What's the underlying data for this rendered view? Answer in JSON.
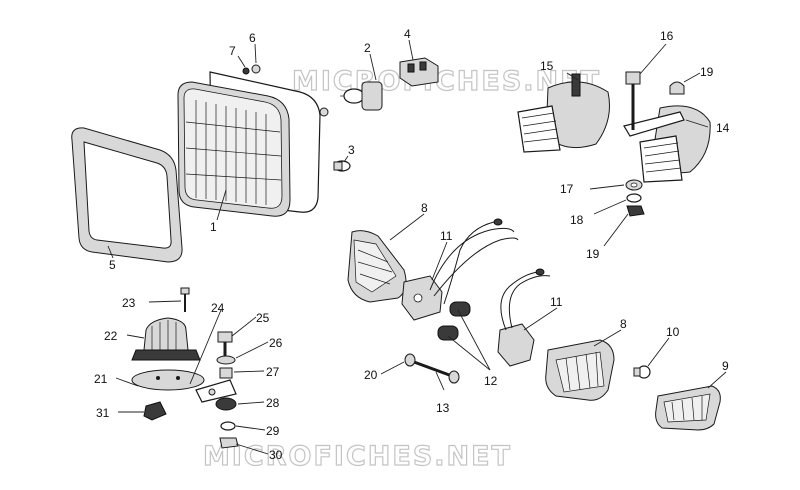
{
  "watermark": {
    "top": "MICROFICHES.NET",
    "bottom": "MICROFICHES.NET"
  },
  "labels": {
    "p1": "1",
    "p2": "2",
    "p3": "3",
    "p4": "4",
    "p5": "5",
    "p6": "6",
    "p7": "7",
    "p8a": "8",
    "p8b": "8",
    "p9": "9",
    "p10": "10",
    "p11a": "11",
    "p11b": "11",
    "p12": "12",
    "p13": "13",
    "p14": "14",
    "p15": "15",
    "p16": "16",
    "p17": "17",
    "p18": "18",
    "p19a": "19",
    "p19b": "19",
    "p20": "20",
    "p21": "21",
    "p22": "22",
    "p23": "23",
    "p24": "24",
    "p25": "25",
    "p26": "26",
    "p27": "27",
    "p28": "28",
    "p29": "29",
    "p30": "30",
    "p31": "31"
  }
}
